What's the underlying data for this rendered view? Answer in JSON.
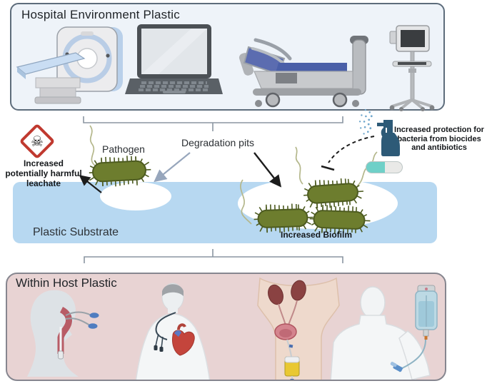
{
  "figure": {
    "hospital_panel": {
      "title": "Hospital Environment Plastic"
    },
    "host_panel": {
      "title": "Within Host Plastic"
    },
    "substrate": {
      "label": "Plastic Substrate",
      "biofilm_label": "Increased Biofilm"
    },
    "annotations": {
      "pathogen_label": "Pathogen",
      "degradation_label": "Degradation pits",
      "leachate_label": "Increased potentially harmful leachate",
      "protection_label": "Increased protection for bacteria from biocides and antibiotics"
    },
    "icons": {
      "hospital": [
        "ct-scanner-icon",
        "laptop-icon",
        "hospital-bed-icon",
        "vitals-monitor-cart-icon"
      ],
      "middle": [
        "toxic-hazard-icon",
        "spray-bottle-icon",
        "antibiotic-capsule-icon",
        "bacterium-icon"
      ],
      "host": [
        "airway-intubation-icon",
        "central-venous-catheter-icon",
        "urinary-catheter-icon",
        "iv-line-icon"
      ]
    },
    "colors": {
      "substrate_blue": "#b7d8f1",
      "hospital_panel_bg": "#eef3f9",
      "hospital_panel_border": "#5d6c7b",
      "host_panel_bg": "#e8d3d3",
      "host_panel_border": "#86868f",
      "bacterium_body": "#6d7d2e",
      "bacterium_outline": "#4d5b20",
      "flagellum": "#b4b78b",
      "hazard_red": "#c0392f",
      "spray_blue": "#2d5a77",
      "capsule_teal": "#6fd0c8",
      "arrow_gray": "#97a6bc"
    }
  }
}
